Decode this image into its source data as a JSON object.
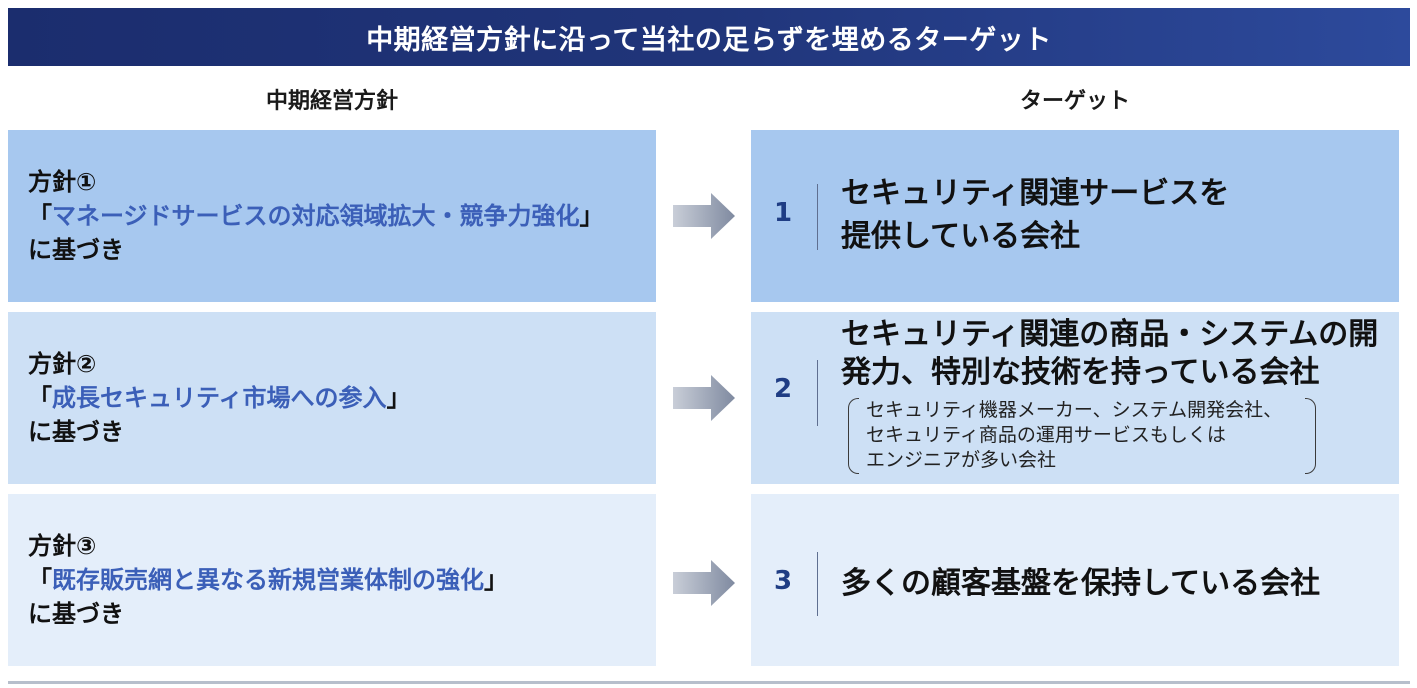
{
  "title": "中期経営方針に沿って当社の足らずを埋めるターゲット",
  "columns": {
    "left": "中期経営方針",
    "right": "ターゲット"
  },
  "policies": [
    {
      "name": "方針①",
      "open": "「",
      "highlight": "マネージドサービスの対応領域拡大・競争力強化",
      "close": "」",
      "suffix": "に基づき"
    },
    {
      "name": "方針②",
      "open": "「",
      "highlight": "成長セキュリティ市場への参入",
      "close": "」",
      "suffix": "に基づき"
    },
    {
      "name": "方針③",
      "open": "「",
      "highlight": "既存販売網と異なる新規営業体制の強化",
      "close": "」",
      "suffix": "に基づき"
    }
  ],
  "targets": [
    {
      "number": "1",
      "line1": "セキュリティ関連サービスを",
      "line2": "提供している会社"
    },
    {
      "number": "2",
      "line1": "セキュリティ関連の商品・システムの開",
      "line2": "発力、特別な技術を持っている会社",
      "note": [
        "セキュリティ機器メーカー、システム開発会社、",
        "セキュリティ商品の運用サービスもしくは",
        "エンジニアが多い会社"
      ]
    },
    {
      "number": "3",
      "line1": "多くの顧客基盤を保持している会社"
    }
  ],
  "colors": {
    "banner": "#20357a",
    "row1": "#a7c8ef",
    "row2": "#cde0f5",
    "row3": "#e4eefa",
    "highlight_text": "#3b5fb8",
    "number_text": "#1f3d84"
  },
  "icons": {
    "arrow": "right-arrow-icon"
  }
}
